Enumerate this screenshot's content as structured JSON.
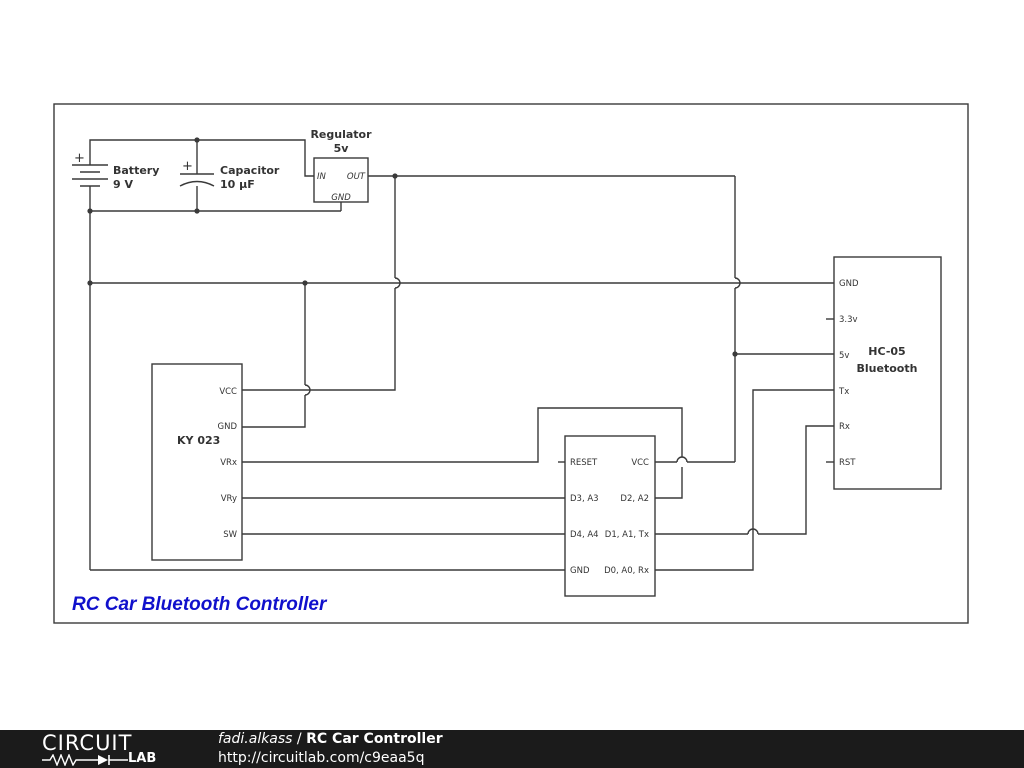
{
  "title": "RC Car Bluetooth Controller",
  "colors": {
    "title": "#1010cc",
    "footer_bg": "#1b1b1b"
  },
  "battery": {
    "name": "Battery",
    "value": "9 V",
    "plus": "+"
  },
  "capacitor": {
    "name": "Capacitor",
    "value": "10 µF",
    "plus": "+"
  },
  "regulator": {
    "name": "Regulator",
    "value": "5v",
    "pin_in": "IN",
    "pin_out": "OUT",
    "pin_gnd": "GND"
  },
  "ky023": {
    "name": "KY 023",
    "pins": [
      "VCC",
      "GND",
      "VRx",
      "VRy",
      "SW"
    ]
  },
  "mcu": {
    "left_pins": [
      "RESET",
      "D3, A3",
      "D4, A4",
      "GND"
    ],
    "right_pins": [
      "VCC",
      "D2, A2",
      "D1, A1, Tx",
      "D0, A0, Rx"
    ]
  },
  "hc05": {
    "name": "HC-05",
    "subname": "Bluetooth",
    "pins": [
      "GND",
      "3.3v",
      "5v",
      "Tx",
      "Rx",
      "RST"
    ]
  },
  "footer": {
    "logo_top": "CIRCUIT",
    "logo_bottom": "LAB",
    "author": "fadi.alkass",
    "separator": " / ",
    "project": "RC Car Controller",
    "url": "http://circuitlab.com/c9eaa5q"
  }
}
